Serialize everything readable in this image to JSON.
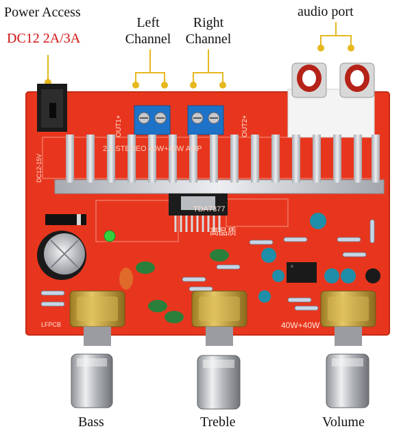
{
  "annotations": {
    "power_title": "Power Access",
    "power_spec": "DC12 2A/3A",
    "left_channel_line1": "Left",
    "left_channel_line2": "Channel",
    "right_channel_line1": "Right",
    "right_channel_line2": "Channel",
    "audio_port": "audio port"
  },
  "knobs": {
    "bass": "Bass",
    "treble": "Treble",
    "volume": "Volume"
  },
  "board_print": {
    "chip": "TDA7377",
    "power_rating": "40W+40W",
    "out1": "OUT1+",
    "out2": "OUT2+",
    "voltage": "DC12-15V",
    "silk_top": "2.1 STEREO 40W+40W AMP",
    "model": "LFPCB",
    "chinese": "高品质"
  },
  "colors": {
    "pcb": "#e8361e",
    "annotation_line": "#e6b81e",
    "power_spec_text": "#d01010",
    "heatsink": "#c9ccd1",
    "terminal": "#1e73c8",
    "pot_brass": "#c9a63a",
    "knob_chrome": "#b9bcc2"
  },
  "icons": {
    "power_pointer": "pointer-dot-icon",
    "channel_bracket": "bracket-icon"
  }
}
